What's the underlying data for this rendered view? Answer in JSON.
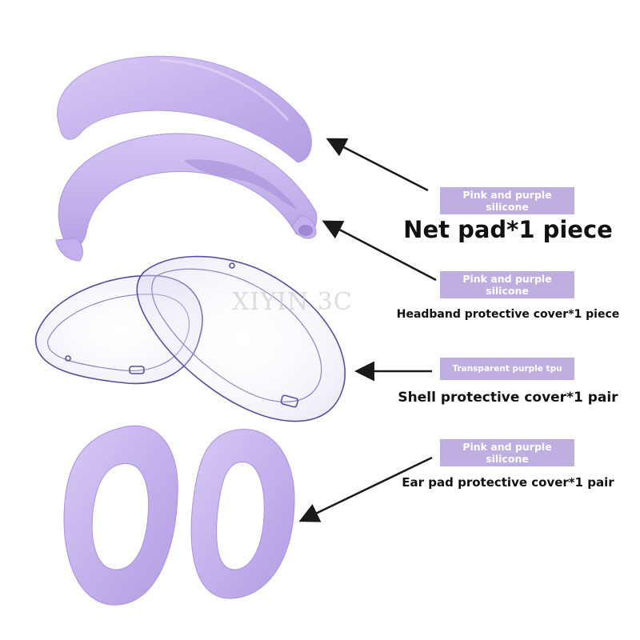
{
  "watermark": "XIYIN 3C",
  "accent_color": "#bfaee0",
  "product_color": "#c5b3ec",
  "items": [
    {
      "badge_line1": "Pink and purple",
      "badge_line2": "silicone",
      "caption": "Net pad*1 piece"
    },
    {
      "badge_line1": "Pink and purple",
      "badge_line2": "silicone",
      "caption": "Headband protective cover*1 piece"
    },
    {
      "badge_line1": "Transparent purple tpu",
      "badge_line2": "",
      "caption": "Shell protective cover*1 pair"
    },
    {
      "badge_line1": "Pink and purple",
      "badge_line2": "silicone",
      "caption": "Ear pad protective cover*1 pair"
    }
  ]
}
